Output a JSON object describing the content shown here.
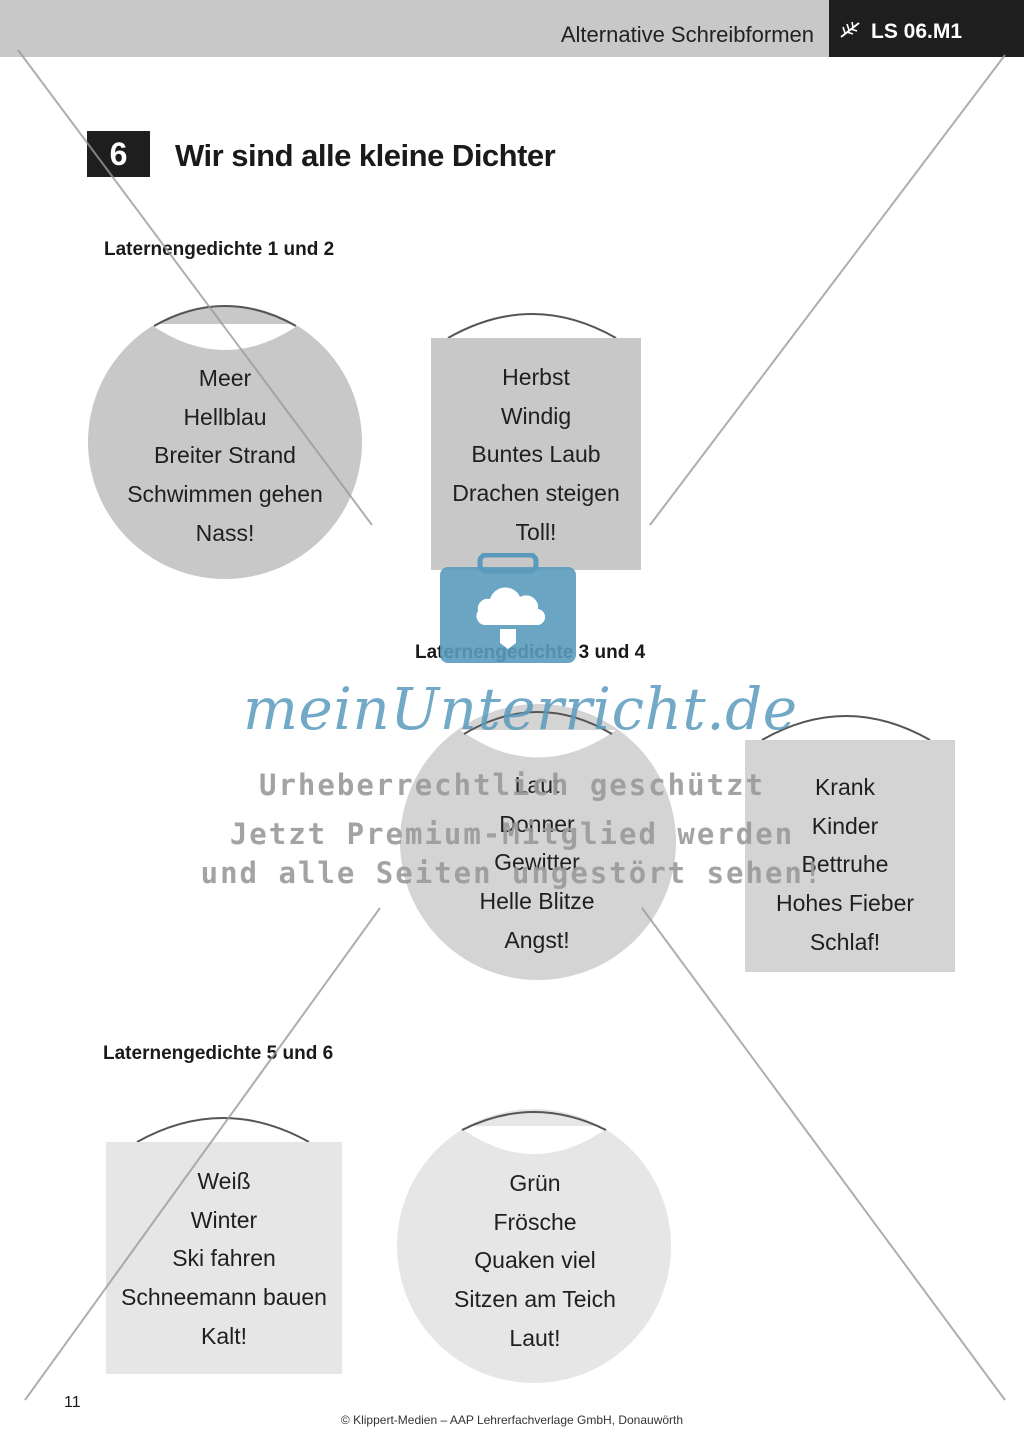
{
  "header": {
    "title": "Alternative Schreibformen",
    "badge": "LS 06.M1",
    "badge_icon": "feather-arrow-icon"
  },
  "task": {
    "number": "6",
    "title": "Wir sind alle kleine Dichter"
  },
  "sections": [
    {
      "label": "Laternengedichte 1 und 2",
      "poems": [
        {
          "shape": "circle",
          "fill": "#c8c8c8",
          "lines": [
            "Meer",
            "Hellblau",
            "Breiter Strand",
            "Schwimmen gehen",
            "Nass!"
          ]
        },
        {
          "shape": "rectangle",
          "fill": "#c8c8c8",
          "lines": [
            "Herbst",
            "Windig",
            "Buntes Laub",
            "Drachen steigen",
            "Toll!"
          ]
        }
      ]
    },
    {
      "label": "Laternengedichte 3 und 4",
      "poems": [
        {
          "shape": "circle",
          "fill": "#d4d4d4",
          "lines": [
            "Laut",
            "Donner",
            "Gewitter",
            "Helle Blitze",
            "Angst!"
          ]
        },
        {
          "shape": "rectangle",
          "fill": "#d4d4d4",
          "lines": [
            "Krank",
            "Kinder",
            "Bettruhe",
            "Hohes Fieber",
            "Schlaf!"
          ]
        }
      ]
    },
    {
      "label": "Laternengedichte 5 und 6",
      "poems": [
        {
          "shape": "rectangle",
          "fill": "#e6e6e6",
          "lines": [
            "Weiß",
            "Winter",
            "Ski fahren",
            "Schneemann bauen",
            "Kalt!"
          ]
        },
        {
          "shape": "circle",
          "fill": "#e6e6e6",
          "lines": [
            "Grün",
            "Frösche",
            "Quaken viel",
            "Sitzen am Teich",
            "Laut!"
          ]
        }
      ]
    }
  ],
  "watermark": {
    "logo_text": "meinUnterricht.de",
    "logo_icon": "briefcase-cloud-icon",
    "line1": "Urheberrechtlich geschützt",
    "line2": "Jetzt Premium-Mitglied werden",
    "line3": "und alle Seiten ungestört sehen!",
    "color": "#5a9bbd"
  },
  "footer": {
    "page_number": "11",
    "copyright": "© Klippert-Medien – AAP Lehrerfachverlage GmbH, Donauwörth"
  }
}
